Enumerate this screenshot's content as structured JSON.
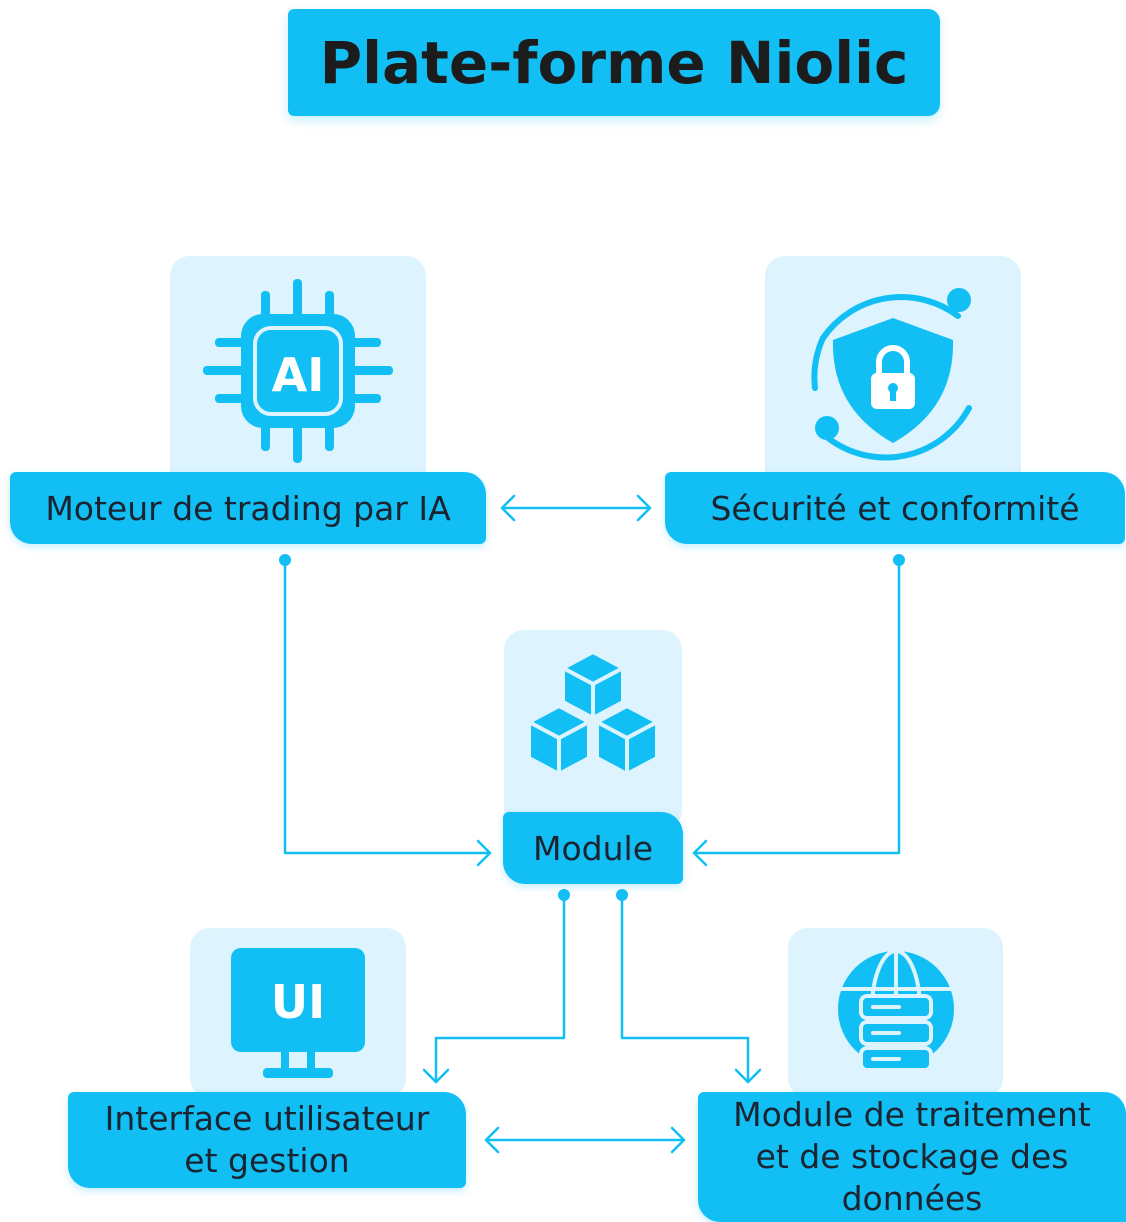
{
  "title": "Plate-forme Niolic",
  "nodes": {
    "ai_engine": {
      "label": "Moteur de trading par IA",
      "icon": "ai-chip-icon"
    },
    "security": {
      "label": "Sécurité et conformité",
      "icon": "shield-lock-icon"
    },
    "module": {
      "label": "Module",
      "icon": "cubes-icon"
    },
    "ui": {
      "label_line1": "Interface utilisateur",
      "label_line2": "et gestion",
      "icon": "ui-monitor-icon",
      "icon_text": "UI"
    },
    "data": {
      "label_line1": "Module de traitement",
      "label_line2": "et de stockage des",
      "label_line3": "données",
      "icon": "globe-server-icon"
    }
  },
  "colors": {
    "accent": "#12bff5",
    "icon_bg": "#ddf3fd",
    "text": "#1b2430"
  }
}
